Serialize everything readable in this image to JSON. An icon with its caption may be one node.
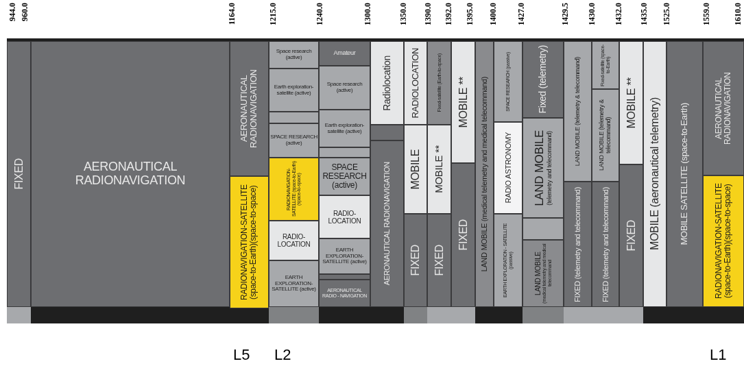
{
  "diagram": {
    "nodes": [
      {
        "text": [
          "FIXED"
        ]
      },
      {
        "text": [
          "AERONAUTICAL RADIONAVIGATION"
        ]
      },
      {
        "text": [
          "AERONAUTICAL RADIONAVIGATION"
        ]
      },
      {
        "text": [
          "RADIONAVIGATION-SATELLITE (space-to-Earth)(space-to-space)"
        ]
      },
      {
        "text": [
          "Space research (active)"
        ]
      },
      {
        "text": [
          "Earth exploration-satellite (active)"
        ]
      },
      {
        "text": [],
        "shape": "box"
      },
      {
        "text": [
          "SPACE RESEARCH (active)"
        ]
      },
      {
        "text": [
          "RADIONAVIGATION-SATELLITE (space-to-Earth) (space-to-space)"
        ]
      },
      {
        "text": [
          "RADIO-LOCATION"
        ]
      },
      {
        "text": [
          "EARTH EXPLORATION-SATELLITE (active)"
        ]
      },
      {
        "text": [
          "Amateur"
        ]
      },
      {
        "text": [
          "Space research (active)"
        ]
      },
      {
        "text": [
          "Earth exploration-satellite (active)"
        ]
      },
      {
        "text": [],
        "shape": "box"
      },
      {
        "text": [
          "SPACE RESEARCH (active)"
        ]
      },
      {
        "text": [
          "RADIO-LOCATION"
        ]
      },
      {
        "text": [
          "EARTH EXPLORATION-SATELLITE (active)"
        ]
      },
      {
        "text": [],
        "shape": "box"
      },
      {
        "text": [
          "AERONAUTICAL RADIO - NAVIGATION"
        ]
      },
      {
        "text": [
          "Radiolocation"
        ]
      },
      {
        "text": [],
        "shape": "box"
      },
      {
        "text": [
          "AERONAUTICAL RADIONAVIGATION"
        ]
      },
      {
        "text": [
          "RADIOLOCATION"
        ]
      },
      {
        "text": [
          "MOBILE"
        ]
      },
      {
        "text": [
          "FIXED"
        ]
      },
      {
        "text": [
          "Fixed-satellite (Earth-to-space)"
        ]
      },
      {
        "text": [
          "MOBILE **"
        ]
      },
      {
        "text": [
          "FIXED"
        ]
      },
      {
        "text": [
          "MOBILE **"
        ]
      },
      {
        "text": [
          "FIXED"
        ]
      },
      {
        "text": [
          "LAND MOBILE (medical telemetry and medical telecommand)"
        ]
      },
      {
        "text": [
          "SPACE RESEARCH (passive)"
        ]
      },
      {
        "text": [
          "RADIO ASTRONOMY"
        ]
      },
      {
        "text": [
          "EARTH EXPLORATION - SATELLITE (passive)"
        ]
      },
      {
        "text": [
          "Fixed (telemetry)"
        ]
      },
      {
        "text": [
          "LAND MOBILE",
          "(telemetry and telecommand)"
        ]
      },
      {
        "text": [],
        "shape": "box"
      },
      {
        "text": [
          "LAND MOBILE",
          "(medical telemetry and medical telecommand"
        ]
      },
      {
        "text": [
          "LAND MOBILE (telemetry & telecommand)"
        ]
      },
      {
        "text": [
          "FIXED (telemetry and telecommand)"
        ]
      },
      {
        "text": [
          "Fixed-satellite (space-to-Earth)"
        ]
      },
      {
        "text": [
          "LAND MOBILE (telemetry & telecommand)"
        ]
      },
      {
        "text": [
          "FIXED (telemetry and telecommand)"
        ]
      },
      {
        "text": [
          "MOBILE **"
        ]
      },
      {
        "text": [
          "FIXED"
        ]
      },
      {
        "text": [
          "MOBILE (aeronautical telemetry)"
        ]
      },
      {
        "text": [
          "MOBILE SATELLITE (space-to-Earth)"
        ]
      },
      {
        "text": [
          "AERONAUTICAL RADIONAVIGATION"
        ]
      },
      {
        "text": [
          "RADIONAVIGATION-SATELLITE (space-to-Earth)(space-to-space)"
        ]
      }
    ],
    "labels": [
      "944.0",
      "960.0",
      "1164.0",
      "1215.0",
      "1240.0",
      "1300.0",
      "1350.0",
      "1390.0",
      "1392.0",
      "1395.0",
      "1400.0",
      "1427.0",
      "1429.5",
      "1430.0",
      "1432.0",
      "1435.0",
      "1525.0",
      "1559.0",
      "1610.0",
      "L5",
      "L2",
      "L1"
    ]
  }
}
